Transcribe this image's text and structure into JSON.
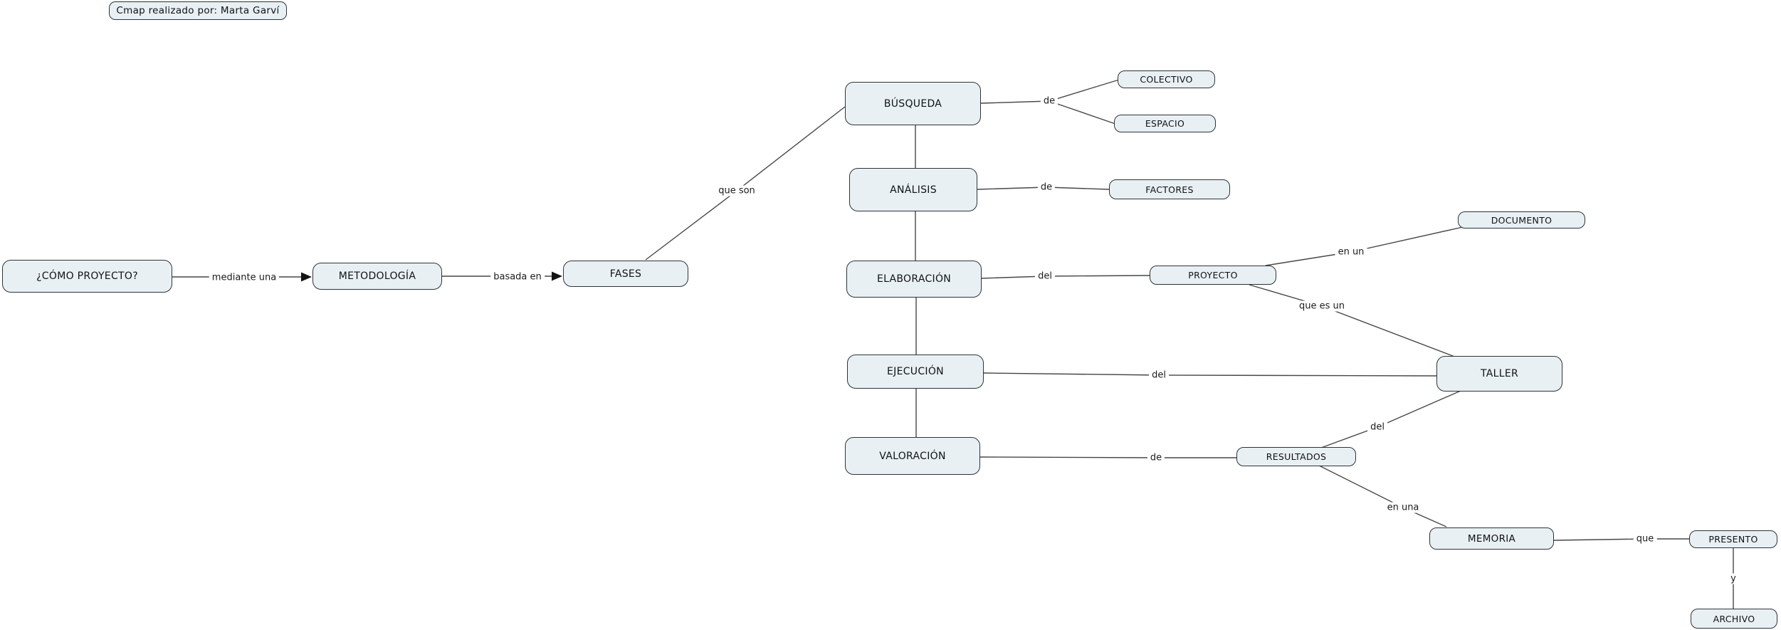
{
  "diagram": {
    "author_note": "Cmap realizado por: Marta Garví",
    "nodes": {
      "como_proyecto": "¿CÓMO PROYECTO?",
      "metodologia": "METODOLOGÍA",
      "fases": "FASES",
      "busqueda": "BÚSQUEDA",
      "analisis": "ANÁLISIS",
      "elaboracion": "ELABORACIÓN",
      "ejecucion": "EJECUCIÓN",
      "valoracion": "VALORACIÓN",
      "colectivo": "COLECTIVO",
      "espacio": "ESPACIO",
      "factores": "FACTORES",
      "proyecto": "PROYECTO",
      "documento": "DOCUMENTO",
      "taller": "TALLER",
      "resultados": "RESULTADOS",
      "memoria": "MEMORIA",
      "presento": "PRESENTO",
      "archivo": "ARCHIVO"
    },
    "link_labels": {
      "mediante_una": "mediante una",
      "basada_en": "basada en",
      "que_son": "que son",
      "de_busqueda": "de",
      "de_analisis": "de",
      "del_elaboracion": "del",
      "en_un": "en un",
      "que_es_un": "que es un",
      "del_ejecucion": "del",
      "del_taller": "del",
      "de_valoracion": "de",
      "en_una": "en una",
      "que_memoria": "que",
      "y_presento": "y"
    },
    "edges": [
      {
        "from": "¿CÓMO PROYECTO?",
        "label": "mediante una",
        "to": "METODOLOGÍA",
        "arrow": true
      },
      {
        "from": "METODOLOGÍA",
        "label": "basada en",
        "to": "FASES",
        "arrow": true
      },
      {
        "from": "FASES",
        "label": "que son",
        "to": "BÚSQUEDA",
        "arrow": false
      },
      {
        "from": "BÚSQUEDA",
        "label": "",
        "to": "ANÁLISIS",
        "arrow": false
      },
      {
        "from": "ANÁLISIS",
        "label": "",
        "to": "ELABORACIÓN",
        "arrow": false
      },
      {
        "from": "ELABORACIÓN",
        "label": "",
        "to": "EJECUCIÓN",
        "arrow": false
      },
      {
        "from": "EJECUCIÓN",
        "label": "",
        "to": "VALORACIÓN",
        "arrow": false
      },
      {
        "from": "BÚSQUEDA",
        "label": "de",
        "to": "COLECTIVO",
        "arrow": false
      },
      {
        "from": "BÚSQUEDA",
        "label": "de",
        "to": "ESPACIO",
        "arrow": false
      },
      {
        "from": "ANÁLISIS",
        "label": "de",
        "to": "FACTORES",
        "arrow": false
      },
      {
        "from": "ELABORACIÓN",
        "label": "del",
        "to": "PROYECTO",
        "arrow": false
      },
      {
        "from": "PROYECTO",
        "label": "en un",
        "to": "DOCUMENTO",
        "arrow": false
      },
      {
        "from": "PROYECTO",
        "label": "que es un",
        "to": "TALLER",
        "arrow": false
      },
      {
        "from": "EJECUCIÓN",
        "label": "del",
        "to": "TALLER",
        "arrow": false
      },
      {
        "from": "TALLER",
        "label": "del",
        "to": "RESULTADOS",
        "arrow": false
      },
      {
        "from": "VALORACIÓN",
        "label": "de",
        "to": "RESULTADOS",
        "arrow": false
      },
      {
        "from": "RESULTADOS",
        "label": "en una",
        "to": "MEMORIA",
        "arrow": false
      },
      {
        "from": "MEMORIA",
        "label": "que",
        "to": "PRESENTO",
        "arrow": false
      },
      {
        "from": "PRESENTO",
        "label": "y",
        "to": "ARCHIVO",
        "arrow": false
      }
    ],
    "colors": {
      "node_fill": "#e9f0f4",
      "node_border": "#2e3338",
      "line": "#474747",
      "background": "#ffffff"
    }
  }
}
